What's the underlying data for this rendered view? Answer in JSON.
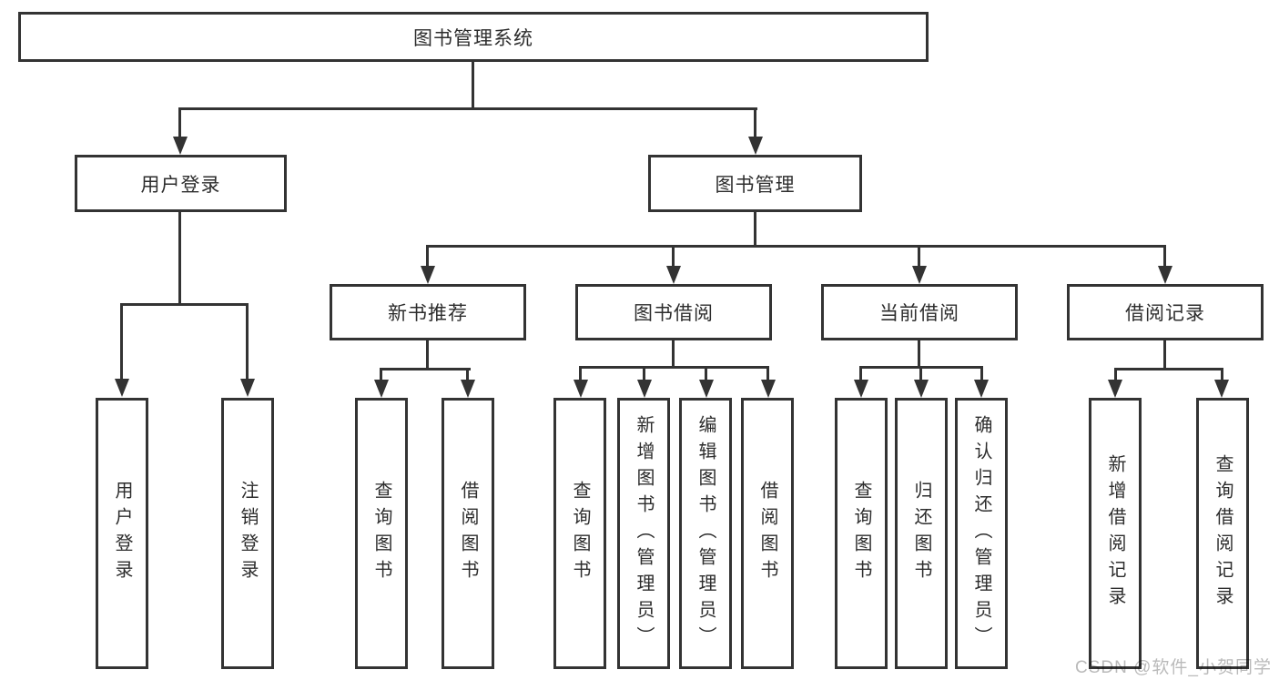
{
  "diagram_type": "functional-structure-tree",
  "colors": {
    "background": "#ffffff",
    "line": "#333333",
    "text": "#2d2d2d",
    "watermark": "#a9a9a9"
  },
  "watermark": {
    "text": "CSDN @软件_小贺同学"
  },
  "tree": {
    "root": {
      "label": "图书管理系统",
      "children": [
        {
          "label": "用户登录",
          "children": [
            {
              "label": "用户登录"
            },
            {
              "label": "注销登录"
            }
          ]
        },
        {
          "label": "图书管理",
          "children": [
            {
              "label": "新书推荐",
              "children": [
                {
                  "label": "查询图书"
                },
                {
                  "label": "借阅图书"
                }
              ]
            },
            {
              "label": "图书借阅",
              "children": [
                {
                  "label": "查询图书"
                },
                {
                  "label": "新增图书（管理员）"
                },
                {
                  "label": "编辑图书（管理员）"
                },
                {
                  "label": "借阅图书"
                }
              ]
            },
            {
              "label": "当前借阅",
              "children": [
                {
                  "label": "查询图书"
                },
                {
                  "label": "归还图书"
                },
                {
                  "label": "确认归还（管理员）"
                }
              ]
            },
            {
              "label": "借阅记录",
              "children": [
                {
                  "label": "新增借阅记录"
                },
                {
                  "label": "查询借阅记录"
                }
              ]
            }
          ]
        }
      ]
    }
  }
}
